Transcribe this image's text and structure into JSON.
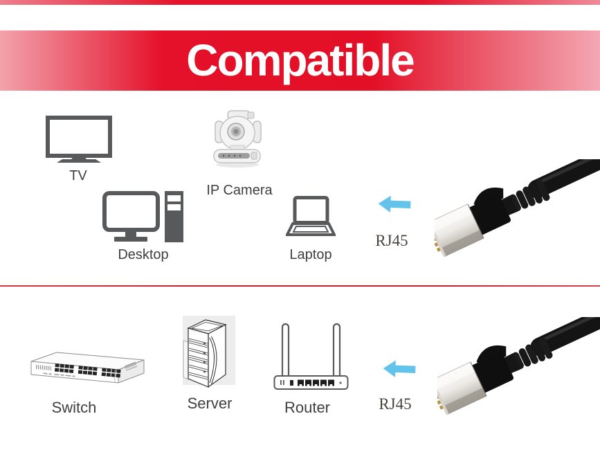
{
  "banner": {
    "title": "Compatible",
    "text_color": "#ffffff",
    "gradient": [
      "#f2a3ad",
      "#e5112a",
      "#e30f26",
      "#f3a8b3"
    ]
  },
  "top_strip_color": "#e5122a",
  "divider_color": "#cc1f30",
  "colors": {
    "arrow": "#63c3ea",
    "icon_stroke": "#58595b",
    "label_text": "#3f3f41",
    "rj45_text": "#48423d",
    "cable_black": "#141414",
    "connector_silver": "#d9d6cf",
    "connector_pins_gold": "#b98e3f"
  },
  "sections": [
    {
      "name": "top",
      "devices": [
        {
          "label": "TV",
          "icon": "tv-icon"
        },
        {
          "label": "IP Camera",
          "icon": "ip-camera-icon"
        },
        {
          "label": "Desktop",
          "icon": "desktop-icon"
        },
        {
          "label": "Laptop",
          "icon": "laptop-icon"
        }
      ],
      "connector_label": "RJ45",
      "arrow_icon": "arrow-left-icon",
      "cable_image": "rj45-cable-photo"
    },
    {
      "name": "bottom",
      "devices": [
        {
          "label": "Switch",
          "icon": "switch-icon"
        },
        {
          "label": "Server",
          "icon": "server-icon"
        },
        {
          "label": "Router",
          "icon": "router-icon"
        }
      ],
      "connector_label": "RJ45",
      "arrow_icon": "arrow-left-icon",
      "cable_image": "rj45-cable-photo"
    }
  ]
}
